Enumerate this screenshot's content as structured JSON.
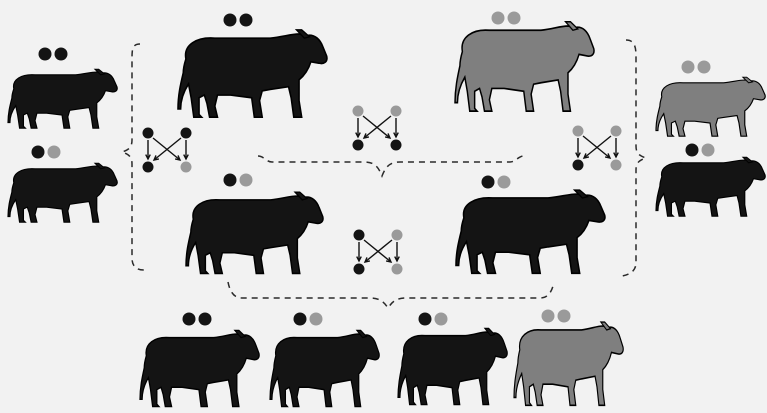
{
  "colors": {
    "background": "#f2f2f2",
    "black_cattle": "#141414",
    "red_cattle": "#7f7f7f",
    "black_gene": "#141414",
    "red_gene": "#9a9a9a",
    "bracket": "#2a2a2a"
  },
  "parents": {
    "left": [
      {
        "id": "parent-black-bb-left",
        "coat": "black",
        "genes": [
          "black",
          "black"
        ]
      },
      {
        "id": "parent-black-br-left",
        "coat": "black",
        "genes": [
          "black",
          "red"
        ]
      }
    ],
    "right": [
      {
        "id": "parent-red-rr-right",
        "coat": "red",
        "genes": [
          "red",
          "red"
        ]
      },
      {
        "id": "parent-black-br-right",
        "coat": "black",
        "genes": [
          "black",
          "red"
        ]
      }
    ]
  },
  "p_generation": [
    {
      "id": "p-bull-black-bb",
      "coat": "black",
      "genes": [
        "black",
        "black"
      ]
    },
    {
      "id": "p-cow-red-rr",
      "coat": "red",
      "genes": [
        "red",
        "red"
      ]
    }
  ],
  "f1_generation": [
    {
      "id": "f1-cow-black-br",
      "coat": "black",
      "genes": [
        "black",
        "red"
      ]
    },
    {
      "id": "f1-bull-black-br",
      "coat": "black",
      "genes": [
        "black",
        "red"
      ]
    }
  ],
  "f2_generation": [
    {
      "id": "f2-black-bb",
      "coat": "black",
      "genes": [
        "black",
        "black"
      ]
    },
    {
      "id": "f2-black-br-1",
      "coat": "black",
      "genes": [
        "black",
        "red"
      ]
    },
    {
      "id": "f2-black-br-2",
      "coat": "black",
      "genes": [
        "black",
        "red"
      ]
    },
    {
      "id": "f2-red-rr",
      "coat": "red",
      "genes": [
        "red",
        "red"
      ]
    }
  ],
  "gamete_crosses": [
    {
      "id": "cross-left",
      "top": [
        "black",
        "black"
      ],
      "bottom": [
        "black",
        "red"
      ]
    },
    {
      "id": "cross-top-middle",
      "top": [
        "red",
        "red"
      ],
      "bottom": [
        "black",
        "black"
      ]
    },
    {
      "id": "cross-right",
      "top": [
        "red",
        "red"
      ],
      "bottom": [
        "black",
        "red"
      ]
    },
    {
      "id": "cross-bottom-middle",
      "top": [
        "black",
        "red"
      ],
      "bottom": [
        "black",
        "red"
      ]
    }
  ]
}
